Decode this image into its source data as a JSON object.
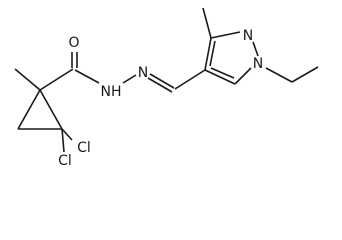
{
  "molecule": {
    "atoms": {
      "oxygen": "O",
      "nh": "NH",
      "n_hydrazone": "N",
      "n_pyrazole_2": "N",
      "n_pyrazole_1": "N",
      "cl_upper": "Cl",
      "cl_lower": "Cl"
    }
  }
}
